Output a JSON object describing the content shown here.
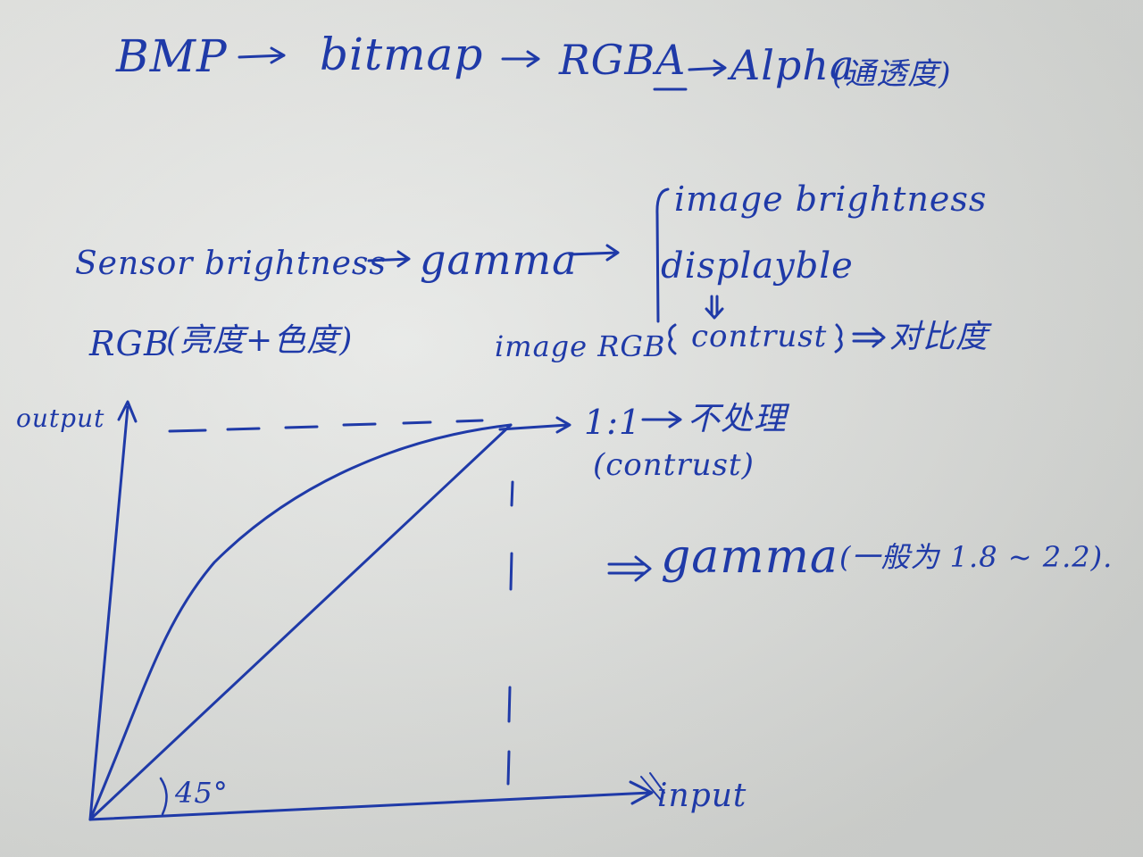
{
  "ink_color": "#1f3aa8",
  "paper_color": "#dfe0dd",
  "line1": {
    "bmp": "BMP",
    "bitmap": "bitmap",
    "rgba": "RGBA",
    "alpha": "Alpha",
    "alpha_note": "(通透度)"
  },
  "line2": {
    "sensor": "Sensor brightness",
    "gamma": "gamma",
    "image_brightness": "image brightness",
    "displayable": "displayble",
    "contrast": "contrust",
    "contrast_cn": "对比度"
  },
  "line3": {
    "rgb": "RGB",
    "rgb_note": "(亮度+色度)",
    "image_rgb": "image RGB"
  },
  "graph": {
    "y_label": "output",
    "x_label": "input",
    "angle_label": "45°",
    "ratio": "1:1",
    "ratio_note": "不处理",
    "ratio_paren": "(contrust)",
    "gamma_label": "gamma",
    "gamma_range": "(一般为 1.8 ~ 2.2)."
  }
}
